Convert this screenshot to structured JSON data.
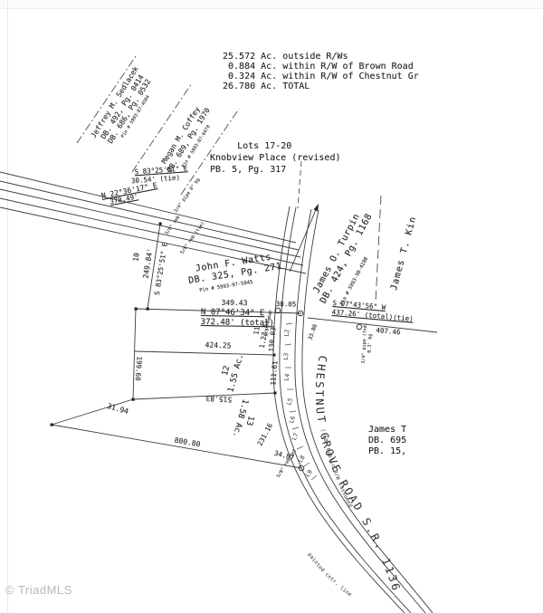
{
  "summary": {
    "acreage": "25.572 Ac. outside R/Ws\n 0.884 Ac. within R/W of Brown Road\n 0.324 Ac. within R/W of Chestnut Gr\n26.780 Ac. TOTAL",
    "lots": "     Lots 17-20\nKnobview Place (revised)\nPB. 5, Pg. 317"
  },
  "owners": {
    "sedlacek": "Jeffrey M. Sedlacek\nDB. 492, Pg. 0414\nDB. 686, Pg. 0532",
    "sedlacek_pin": "Pin # 5993-87-4504",
    "coffey": "Megan M. Coffey\nDB. 689, Pg. 1970",
    "coffey_pin": "Pin # 5993-87-6470",
    "watts": "John F. Watts\nDB. 325, Pg. 271",
    "watts_pin": "Pin # 5993-97-5845",
    "turpin": "James O. Turpin\nDB. 424, Pg. 1168",
    "turpin_pin": "Pin # 5993-98-4280",
    "king": "James T. Kin",
    "james_south": "James T\nDB. 695\nPB. 15,"
  },
  "bearings": {
    "tie_nw": "S 83°25'51\" E",
    "tie_nw_dist": "30.54' (tie)",
    "road": "N 22°36'17\" E",
    "road_dist": "378.49'",
    "west_dist": "249.84'",
    "west": "S 83°25'51\" E",
    "central": "N 07°46'34\" E\n372.48' (total)",
    "east": "S 07°43'56\" W\n437.26' (total)(tie)"
  },
  "dims": {
    "d34943": "349.43",
    "d3005": "30.05",
    "d40746": "407.46",
    "d42425": "424.25",
    "d51583": "515.83",
    "d80080": "800.80",
    "d19960": "199.60",
    "d3194": "31.94",
    "d3487": "34.87",
    "d13003": "130.03",
    "d11161": "111.61",
    "d23116": "231.16",
    "d3380": "33.80"
  },
  "lots": {
    "lot10": "10",
    "lot11": "11\n1.23 Ac.",
    "lot12": "12\n1.55 Ac.",
    "lot13": "13\n1.58 Ac."
  },
  "road": {
    "name": "CHESTNUT GROVE ROAD S.R. 1136",
    "rw_note": "( 60' Public R/W (assumed)",
    "cntr_note": "painted cntr. line",
    "seg_labels": [
      "L2",
      "L3",
      "L4",
      "L5",
      "L6",
      "L7",
      "L8",
      "L9"
    ]
  },
  "notes": {
    "n1": "3/4\" pipe 8\" bg",
    "n2": "5/8\" reb",
    "n3": "5/8\" reb (tie)",
    "n4": "5/8\" rebar",
    "n6": "3/4\" pipe (fnd)\n0.3' bg",
    "n7": "5/8\" reb set"
  },
  "watermark": "© TriadMLS"
}
